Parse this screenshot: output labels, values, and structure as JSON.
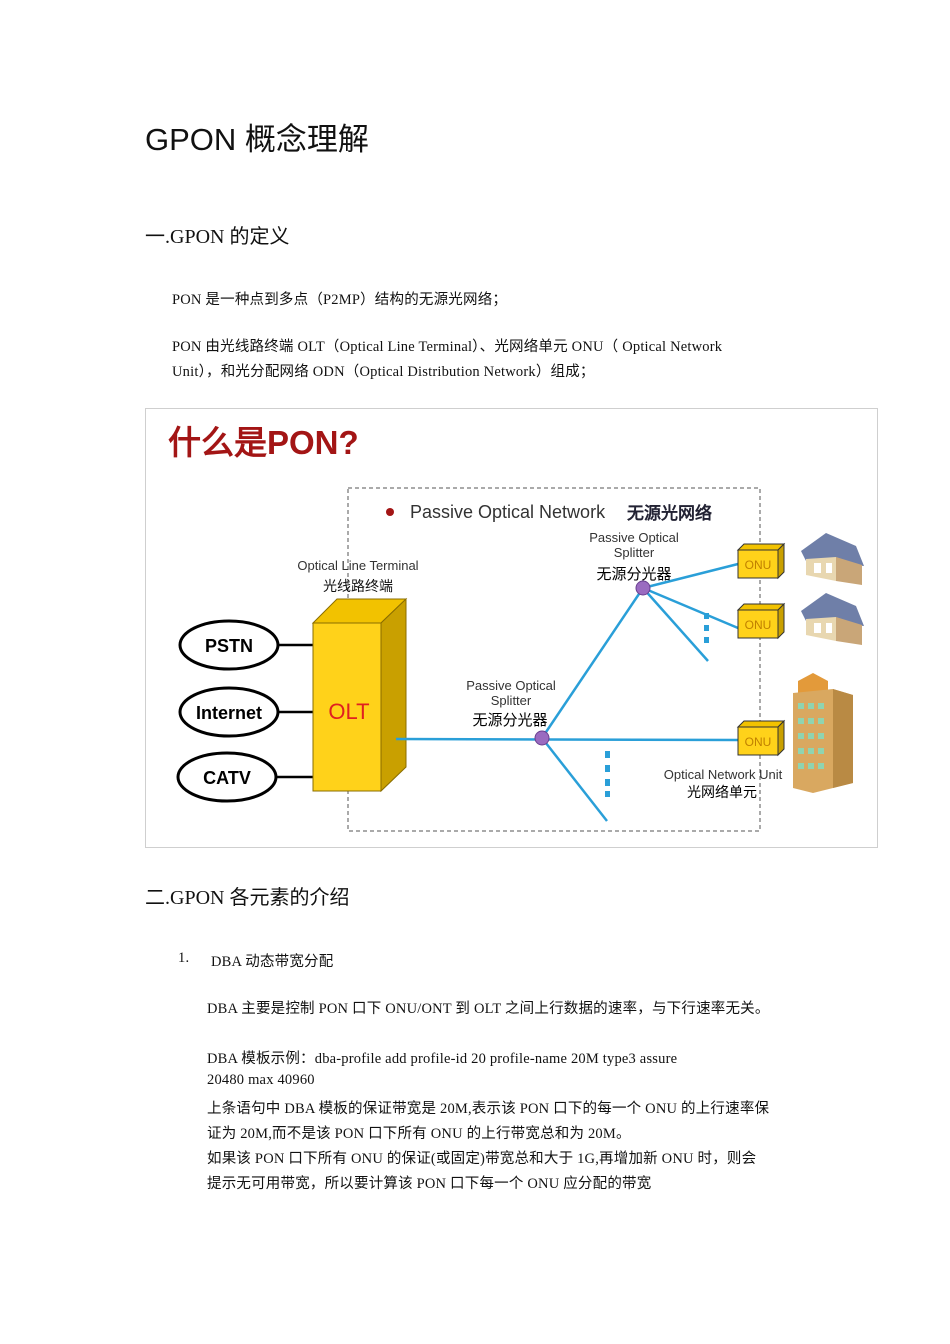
{
  "doc": {
    "title": "GPON 概念理解",
    "section1": {
      "heading": "一.GPON 的定义",
      "p1": "PON 是一种点到多点（P2MP）结构的无源光网络；",
      "p2_line1": "PON 由光线路终端 OLT（Optical Line Terminal）、光网络单元 ONU（ Optical Network",
      "p2_line2": "Unit），和光分配网络 ODN（Optical Distribution Network）组成；"
    },
    "figure": {
      "title": "什么是PON?",
      "pon_label": "Passive Optical Network",
      "pon_label_cn": "无源光网络",
      "olt_label": "Optical Line Terminal",
      "olt_label_cn": "光线路终端",
      "olt": "OLT",
      "sources": [
        "PSTN",
        "Internet",
        "CATV"
      ],
      "splitter_label": "Passive Optical",
      "splitter_label2": "Splitter",
      "splitter_label_cn": "无源分光器",
      "onu": "ONU",
      "onu_label": "Optical Network Unit",
      "onu_label_cn": "光网络单元",
      "colors": {
        "title": "#a31515",
        "line": "#2a9fd8",
        "olt": "#f7c800",
        "red": "#c00000"
      }
    },
    "section2": {
      "heading": "二.GPON 各元素的介绍",
      "item1_num": "1.",
      "item1_title": "DBA 动态带宽分配",
      "p1": "DBA 主要是控制 PON 口下 ONU/ONT 到 OLT 之间上行数据的速率，与下行速率无关。",
      "p2_line1": "DBA 模板示例：dba-profile add profile-id 20 profile-name 20M type3 assure",
      "p2_line2": "20480 max 40960",
      "p3_line1": "上条语句中 DBA 模板的保证带宽是 20M,表示该 PON 口下的每一个 ONU 的上行速率保",
      "p3_line2": "证为 20M,而不是该 PON 口下所有 ONU 的上行带宽总和为 20M。",
      "p4_line1": "如果该 PON 口下所有 ONU 的保证(或固定)带宽总和大于 1G,再增加新 ONU 时，则会",
      "p4_line2": "提示无可用带宽，所以要计算该 PON 口下每一个 ONU 应分配的带宽"
    }
  }
}
